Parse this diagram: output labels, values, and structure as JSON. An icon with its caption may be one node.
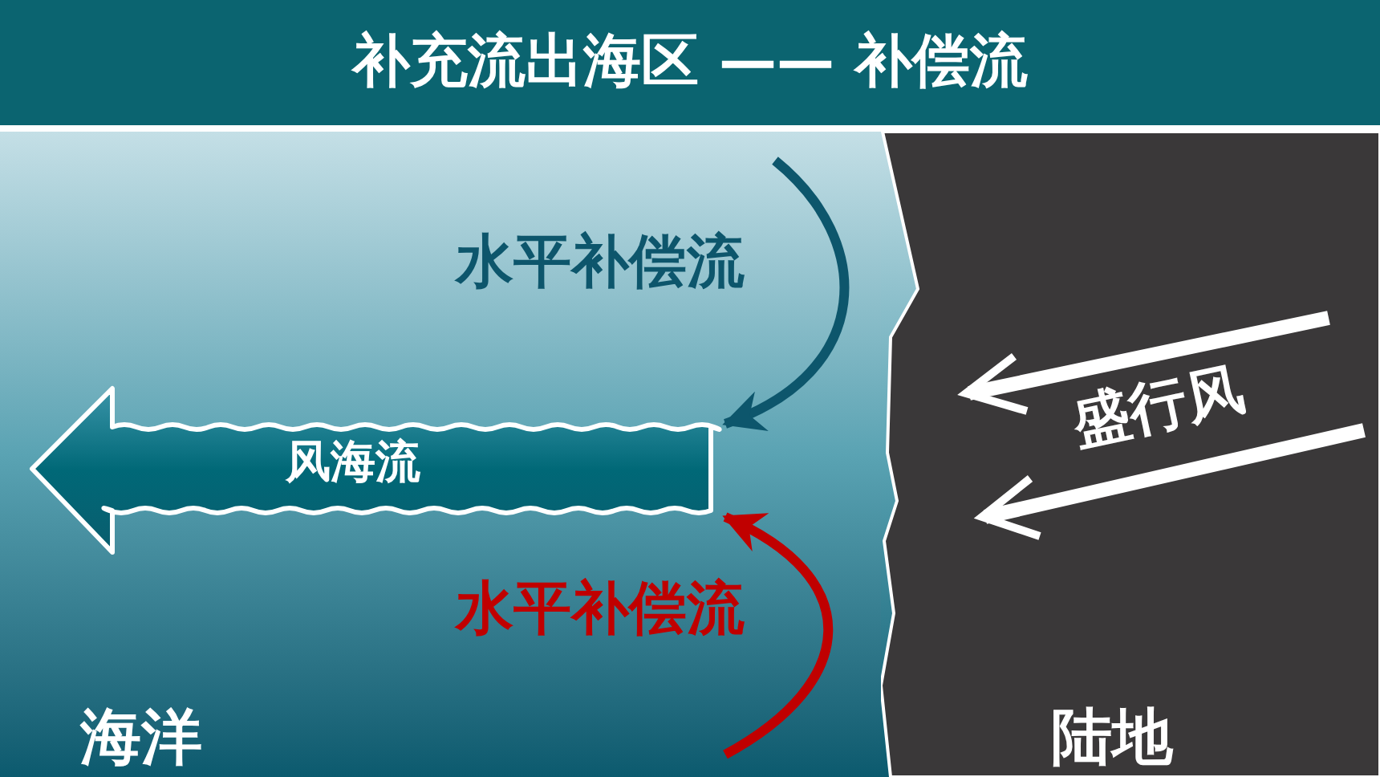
{
  "diagram": {
    "title": "补充流出海区 —— 补偿流",
    "nodes": [
      {
        "text": [
          "海洋"
        ]
      },
      {
        "text": [
          "陆地"
        ]
      },
      {
        "text": [
          "风海流"
        ],
        "in": 0
      }
    ],
    "edges": [
      {
        "from": null,
        "to": 2,
        "arrow": "to",
        "label": "水平补偿流",
        "color": "#0d566c"
      },
      {
        "from": null,
        "to": 2,
        "arrow": "to",
        "label": "水平补偿流",
        "color": "#c00000"
      }
    ],
    "labels": [
      "盛行风"
    ]
  }
}
